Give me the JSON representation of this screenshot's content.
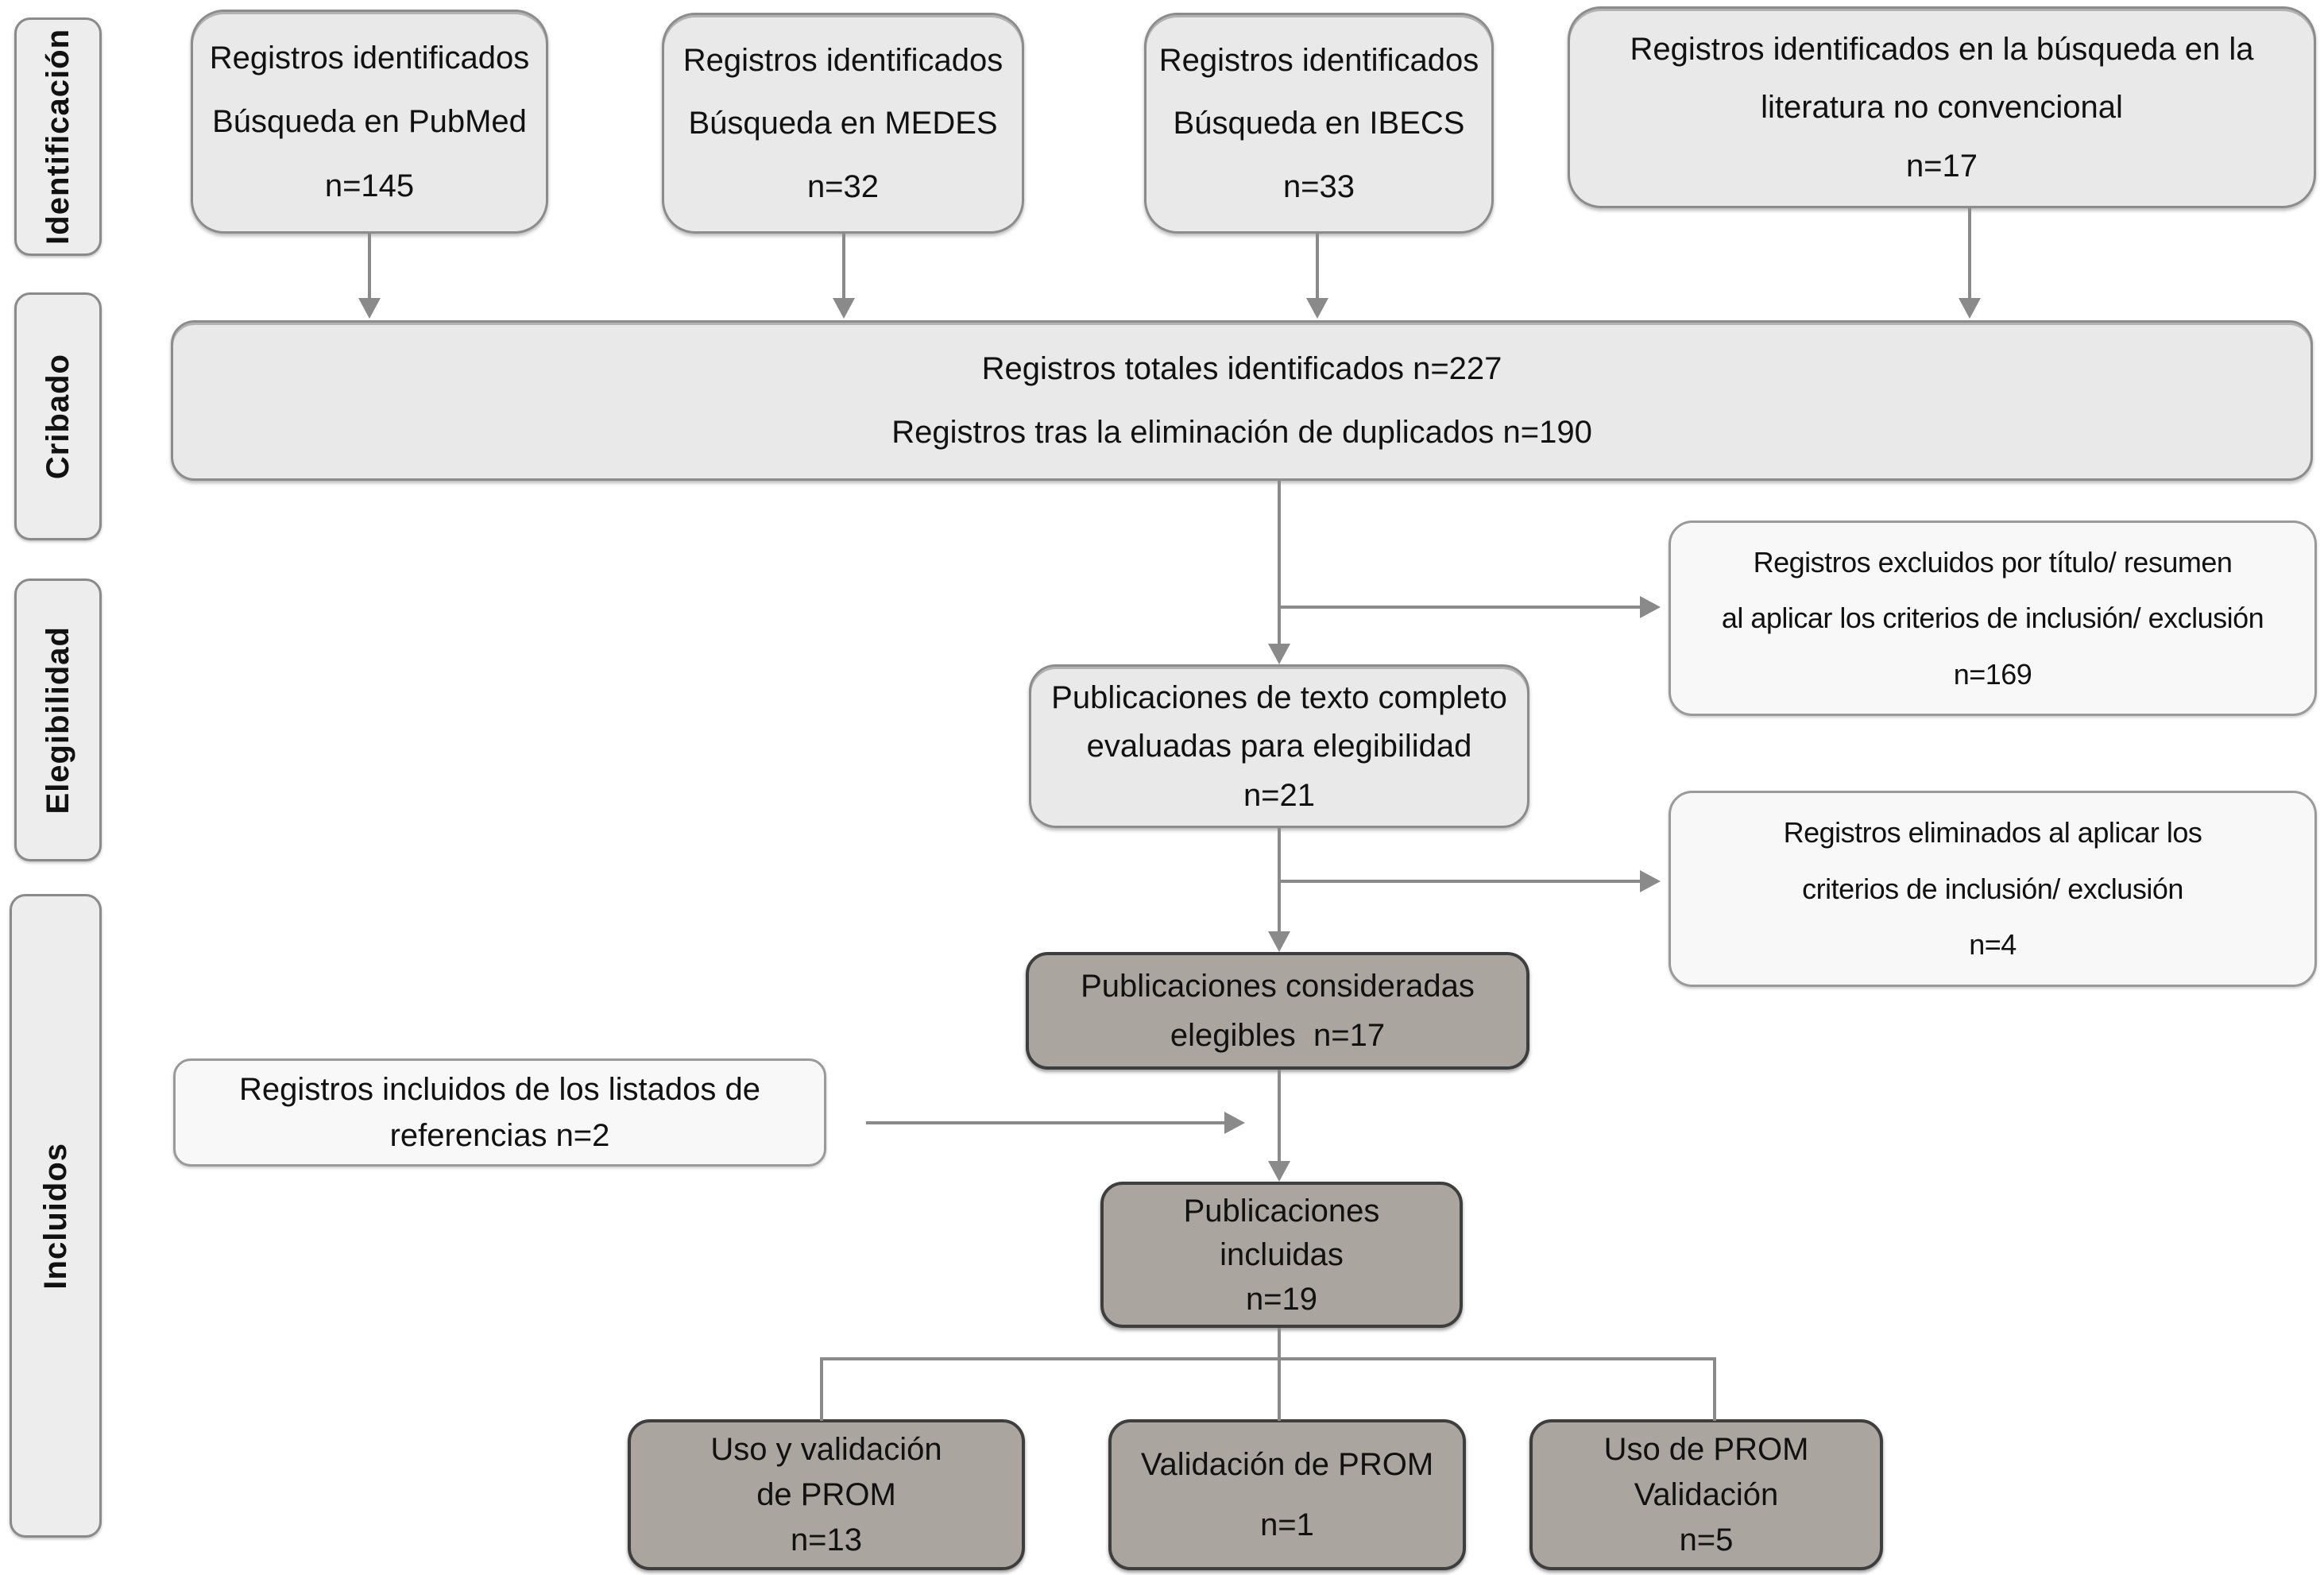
{
  "colors": {
    "box_light": "#e9e9e9",
    "box_lighter": "#f8f8f8",
    "box_dark": "#aba5a0",
    "border_light": "#8c8c8c",
    "border_dark": "#3e3e3e",
    "arrow": "#8a8a8a",
    "text": "#111111"
  },
  "sidebar": {
    "items": [
      {
        "label": "Identificación"
      },
      {
        "label": "Cribado"
      },
      {
        "label": "Elegibilidad"
      },
      {
        "label": "Incluidos"
      }
    ]
  },
  "nodes": {
    "pubmed": {
      "lines": [
        "Registros identificados",
        "Búsqueda en PubMed",
        "n=145"
      ]
    },
    "medes": {
      "lines": [
        "Registros identificados",
        "Búsqueda en MEDES",
        "n=32"
      ]
    },
    "ibecs": {
      "lines": [
        "Registros identificados",
        "Búsqueda en IBECS",
        "n=33"
      ]
    },
    "grey_lit": {
      "lines": [
        "Registros identificados en la búsqueda en la",
        "literatura no convencional",
        "n=17"
      ]
    },
    "totals": {
      "lines": [
        "Registros totales identificados n=227",
        "Registros tras la eliminación de duplicados n=190"
      ]
    },
    "excluded_title_abstract": {
      "lines": [
        "Registros excluidos por título/ resumen",
        "al aplicar los criterios de inclusión/ exclusión",
        "n=169"
      ]
    },
    "fulltext": {
      "lines": [
        "Publicaciones de texto completo",
        "evaluadas para elegibilidad",
        "n=21"
      ]
    },
    "removed_criteria": {
      "lines": [
        "Registros eliminados al aplicar los",
        "criterios de inclusión/ exclusión",
        "n=4"
      ]
    },
    "eligible": {
      "lines": [
        "Publicaciones consideradas",
        "elegibles  n=17"
      ]
    },
    "references": {
      "lines": [
        "Registros incluidos de los listados de",
        "referencias n=2"
      ]
    },
    "included": {
      "lines": [
        "Publicaciones",
        "incluidas",
        "n=19"
      ]
    },
    "use_and_validation": {
      "lines": [
        "Uso y validación",
        "de PROM",
        "n=13"
      ]
    },
    "validation": {
      "lines": [
        "Validación de PROM",
        "n=1"
      ]
    },
    "use": {
      "lines": [
        "Uso de PROM",
        "Validación",
        "n=5"
      ]
    }
  }
}
